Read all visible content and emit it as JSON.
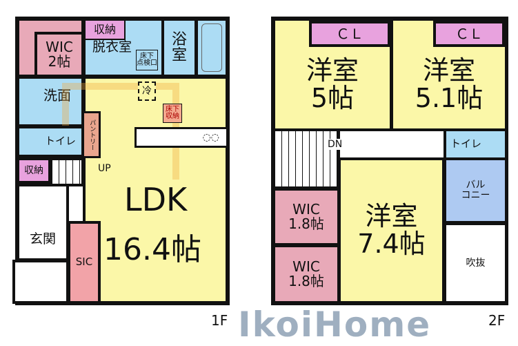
{
  "floor1": {
    "label": "1F",
    "wic": "WIC\n2帖",
    "storage_top": "収納",
    "dressing": "脱衣室",
    "underfloor_inspection": "床下\n点検口",
    "bath": "浴\n室",
    "washroom": "洗面",
    "toilet": "トイレ",
    "storage_small": "収納",
    "stairs_up": "UP",
    "pantry": "パントリー",
    "fridge": "冷",
    "underfloor_storage": "床下\n収納",
    "ldk_name": "LDK",
    "ldk_size": "16.4帖",
    "entrance": "玄関",
    "sic": "SIC"
  },
  "floor2": {
    "label": "2F",
    "room1_name": "洋室",
    "room1_size": "5帖",
    "room1_closet": "ＣＬ",
    "room2_name": "洋室",
    "room2_size": "5.1帖",
    "room2_closet": "ＣＬ",
    "stairs_down": "DN",
    "toilet": "トイレ",
    "balcony": "バル\nコニー",
    "wic1": "WIC\n1.8帖",
    "wic2": "WIC\n1.8帖",
    "room3_name": "洋室",
    "room3_size": "7.4帖",
    "void": "吹抜"
  },
  "watermark": "IkoiHome",
  "colors": {
    "room": "#fbf7a8",
    "wic": "#e8a9b8",
    "closet": "#e8a2de",
    "water": "#acdcf4",
    "balcony": "#aecaf2",
    "sic": "#f2a3a8"
  }
}
